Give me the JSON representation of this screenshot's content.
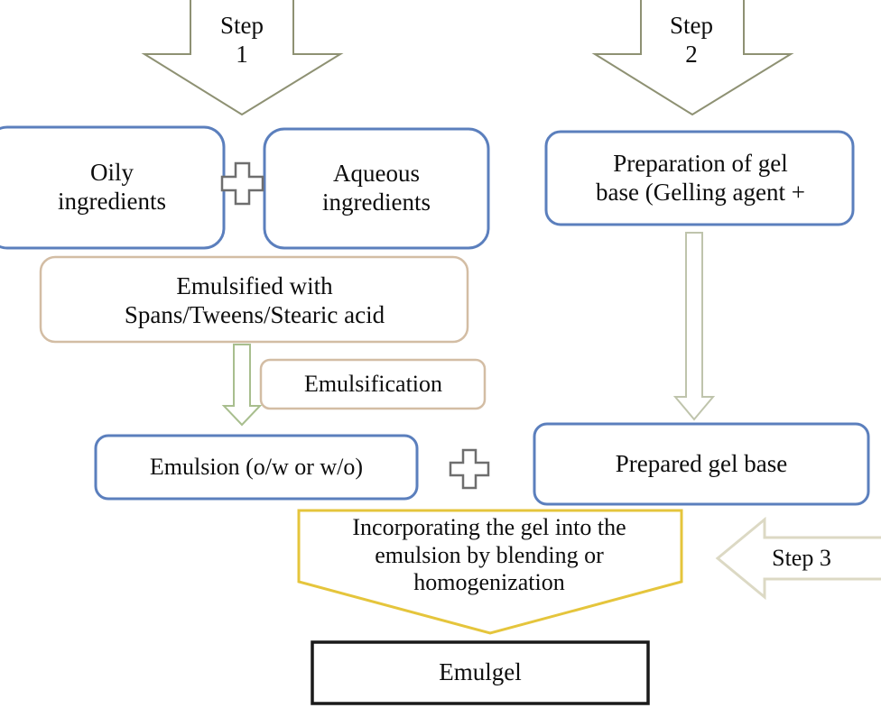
{
  "diagram": {
    "title": "Emulgel preparation flowchart",
    "colors": {
      "blue_border": "#5B7FBD",
      "tan_border": "#D3BDA4",
      "yellow_border": "#E5C53C",
      "olive_arrow": "#8E9173",
      "green_arrow": "#A8BE8E",
      "cream_arrow": "#DCD9C4",
      "grey_plus": "#6E6E6E",
      "black_box": "#1A1A1A",
      "text": "#0D0D0D"
    },
    "steps": [
      {
        "name": "step-1",
        "label": "Step\n1"
      },
      {
        "name": "step-2",
        "label": "Step\n2"
      },
      {
        "name": "step-3",
        "label": "Step 3"
      }
    ],
    "nodes": [
      {
        "name": "oily-ingredients",
        "label": "Oily\ningredients",
        "shape": "rounded-rect",
        "border": "blue"
      },
      {
        "name": "aqueous-ingredients",
        "label": "Aqueous\ningredients",
        "shape": "rounded-rect",
        "border": "blue"
      },
      {
        "name": "gel-base-preparation",
        "label": "Preparation of gel\nbase (Gelling agent +",
        "shape": "rounded-rect",
        "border": "blue"
      },
      {
        "name": "emulsified-with",
        "label": "Emulsified with\nSpans/Tweens/Stearic acid",
        "shape": "rounded-rect",
        "border": "tan"
      },
      {
        "name": "emulsification",
        "label": "Emulsification",
        "shape": "rounded-rect",
        "border": "tan"
      },
      {
        "name": "emulsion",
        "label": "Emulsion (o/w or w/o)",
        "shape": "rounded-rect",
        "border": "blue"
      },
      {
        "name": "prepared-gel-base",
        "label": "Prepared gel base",
        "shape": "rounded-rect",
        "border": "blue"
      },
      {
        "name": "incorporating-gel",
        "label": "Incorporating the gel into the\nemulsion by blending or\nhomogenization",
        "shape": "down-pentagon",
        "border": "yellow"
      },
      {
        "name": "emulgel",
        "label": "Emulgel",
        "shape": "rect",
        "border": "black"
      }
    ],
    "connectors": [
      {
        "name": "plus-oily-aqueous",
        "glyph": "plus",
        "between": [
          "oily-ingredients",
          "aqueous-ingredients"
        ]
      },
      {
        "name": "plus-emulsion-gel",
        "glyph": "plus",
        "between": [
          "emulsion",
          "prepared-gel-base"
        ]
      },
      {
        "name": "arrow-step1-down",
        "glyph": "arrow-down",
        "label": "Step\n1"
      },
      {
        "name": "arrow-step2-down",
        "glyph": "arrow-down",
        "label": "Step\n2"
      },
      {
        "name": "arrow-emulsification-down",
        "glyph": "arrow-down",
        "label": ""
      },
      {
        "name": "arrow-gelbase-down",
        "glyph": "arrow-down",
        "label": ""
      },
      {
        "name": "arrow-step3-left",
        "glyph": "arrow-left",
        "label": "Step 3"
      }
    ]
  }
}
